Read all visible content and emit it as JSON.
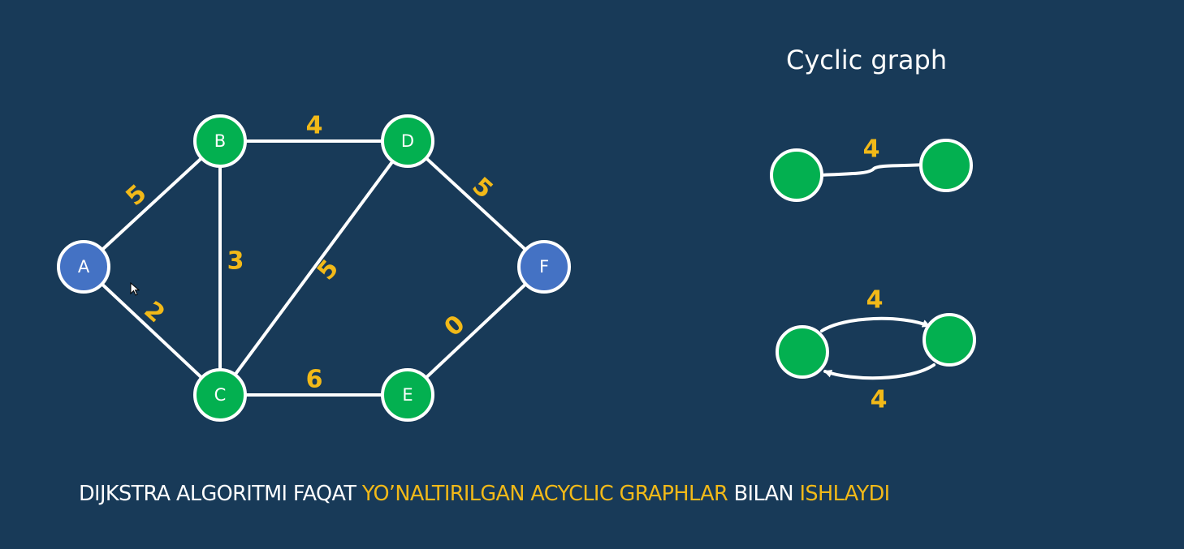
{
  "title": "Cyclic graph",
  "caption": [
    {
      "text": "DIJKSTRA ALGORITMI FAQAT ",
      "highlight": false
    },
    {
      "text": "YO’NALTIRILGAN ACYCLIC GRAPHLAR",
      "highlight": true
    },
    {
      "text": " BILAN ",
      "highlight": false
    },
    {
      "text": "ISHLAYDI",
      "highlight": true
    }
  ],
  "colors": {
    "background": "#183a58",
    "node_green": "#03b050",
    "node_blue": "#4472c4",
    "weight": "#f2b918",
    "edge": "#ffffff"
  },
  "main_graph": {
    "nodes": [
      {
        "id": "A",
        "label": "A",
        "color": "node_blue"
      },
      {
        "id": "B",
        "label": "B",
        "color": "node_green"
      },
      {
        "id": "C",
        "label": "C",
        "color": "node_green"
      },
      {
        "id": "D",
        "label": "D",
        "color": "node_green"
      },
      {
        "id": "E",
        "label": "E",
        "color": "node_green"
      },
      {
        "id": "F",
        "label": "F",
        "color": "node_blue"
      }
    ],
    "edges": [
      {
        "from": "A",
        "to": "B",
        "weight": "5"
      },
      {
        "from": "A",
        "to": "C",
        "weight": "2"
      },
      {
        "from": "B",
        "to": "D",
        "weight": "4"
      },
      {
        "from": "B",
        "to": "C",
        "weight": "3"
      },
      {
        "from": "C",
        "to": "D",
        "weight": "5"
      },
      {
        "from": "C",
        "to": "E",
        "weight": "6"
      },
      {
        "from": "D",
        "to": "F",
        "weight": "5"
      },
      {
        "from": "E",
        "to": "F",
        "weight": "0"
      }
    ]
  },
  "cyclic_examples": {
    "undirected": {
      "weight": "4"
    },
    "directed": {
      "forward_weight": "4",
      "backward_weight": "4"
    }
  }
}
